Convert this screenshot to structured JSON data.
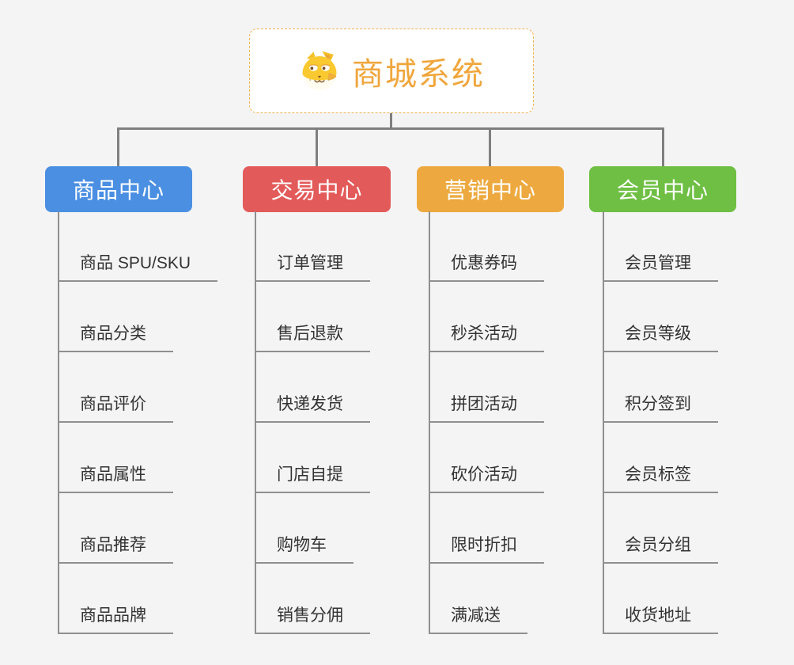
{
  "root": {
    "title": "商城系统",
    "accent_color": "#f0a63c",
    "icon": "dog-icon"
  },
  "style": {
    "background": "#f4f4f5",
    "connector_color": "#7f7f7f",
    "underline_color": "#8f8f8f",
    "topic_text_color": "#333333"
  },
  "branches": [
    {
      "label": "商品中心",
      "color": "#4a8fe2",
      "items": [
        "商品 SPU/SKU",
        "商品分类",
        "商品评价",
        "商品属性",
        "商品推荐",
        "商品品牌"
      ]
    },
    {
      "label": "交易中心",
      "color": "#e35a5a",
      "items": [
        "订单管理",
        "售后退款",
        "快递发货",
        "门店自提",
        "购物车",
        "销售分佣"
      ]
    },
    {
      "label": "营销中心",
      "color": "#eda93f",
      "items": [
        "优惠券码",
        "秒杀活动",
        "拼团活动",
        "砍价活动",
        "限时折扣",
        "满减送"
      ]
    },
    {
      "label": "会员中心",
      "color": "#6ebf43",
      "items": [
        "会员管理",
        "会员等级",
        "积分签到",
        "会员标签",
        "会员分组",
        "收货地址"
      ]
    }
  ]
}
